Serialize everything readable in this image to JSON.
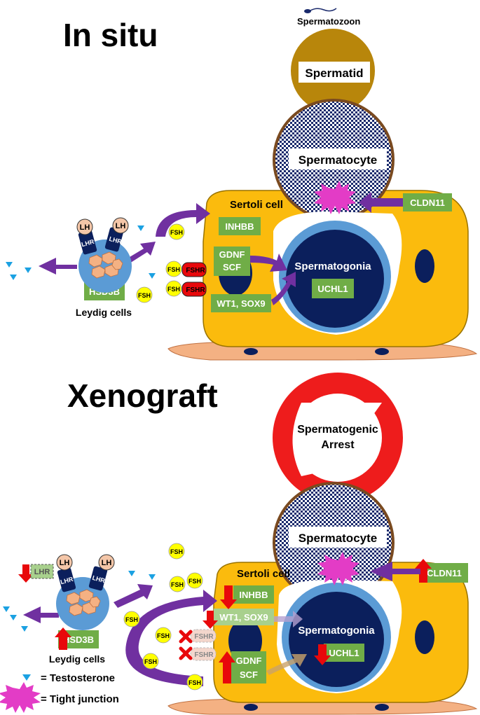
{
  "panels": {
    "in_situ": {
      "title": "In situ",
      "spermatozoon": "Spermatozoon",
      "spermatid": "Spermatid",
      "spermatocyte": "Spermatocyte",
      "sertoli": "Sertoli cell",
      "spermatogonia": "Spermatogonia",
      "leydig": "Leydig cells",
      "lh": "LH",
      "lhr": "LHR",
      "fsh": "FSH",
      "fshr": "FSHR",
      "markers": {
        "inhbb": "INHBB",
        "gdnf": "GDNF",
        "scf": "SCF",
        "wt1_sox9": "WT1, SOX9",
        "uchl1": "UCHL1",
        "cldn11": "CLDN11",
        "hsd3b": "HSD3B"
      }
    },
    "xenograft": {
      "title": "Xenograft",
      "arrest_line1": "Spermatogenic",
      "arrest_line2": "Arrest",
      "spermatocyte": "Spermatocyte",
      "sertoli": "Sertoli cell",
      "spermatogonia": "Spermatogonia",
      "leydig": "Leydig cells",
      "lh": "LH",
      "lhr": "LHR",
      "fsh": "FSH",
      "fshr": "FSHR",
      "markers": {
        "inhbb": "INHBB",
        "gdnf": "GDNF",
        "scf": "SCF",
        "wt1_sox9": "WT1, SOX9",
        "uchl1": "UCHL1",
        "cldn11": "CLDN11",
        "hsd3b": "HSD3B"
      }
    }
  },
  "legend": {
    "testosterone": "= Testosterone",
    "tight_junction": "= Tight junction"
  },
  "colors": {
    "sertoli": "#fbbb0d",
    "spermatogonia_ring": "#5b9bd5",
    "nucleus": "#0b1f5c",
    "marker_box": "#70ad47",
    "arrow_purple": "#7030a0",
    "fshr_red": "#e8080b",
    "arrest_red": "#ee1c1c",
    "spermatid": "#b8860b",
    "tight_junction": "#e33cc6",
    "testosterone": "#1ba1e2",
    "interstitial": "#f4b183",
    "up_down_arrow": "#e8080b"
  }
}
